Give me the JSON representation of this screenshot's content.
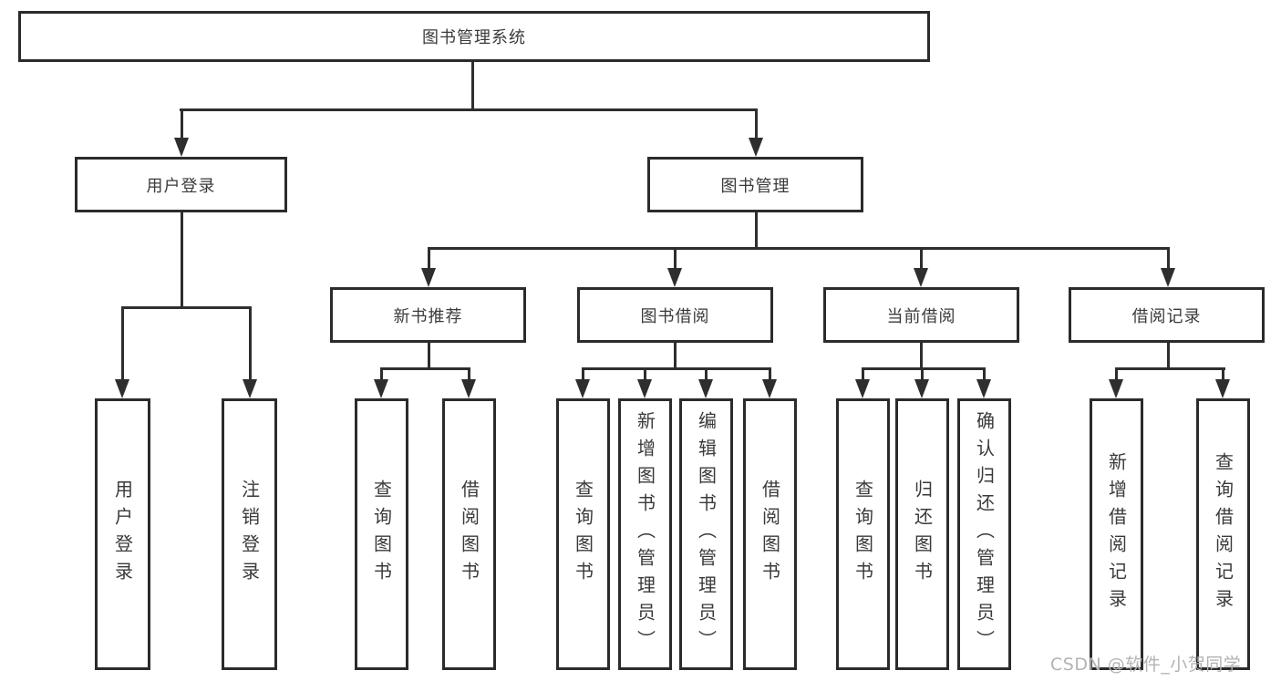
{
  "diagram": {
    "title": "图书管理系统",
    "level2": {
      "user_login": "用户登录",
      "book_management": "图书管理"
    },
    "level3": {
      "new_books": "新书推荐",
      "book_borrowing": "图书借阅",
      "current_borrowing": "当前借阅",
      "borrowing_records": "借阅记录"
    },
    "leaves": {
      "user_login": [
        "用户登录",
        "注销登录"
      ],
      "new_books": [
        "查询图书",
        "借阅图书"
      ],
      "book_borrowing": [
        "查询图书",
        "新增图书（管理员）",
        "编辑图书（管理员）",
        "借阅图书"
      ],
      "current_borrowing": [
        "查询图书",
        "归还图书",
        "确认归还（管理员）"
      ],
      "borrowing_records": [
        "新增借阅记录",
        "查询借阅记录"
      ]
    },
    "watermark": "CSDN @软件_小贺同学"
  },
  "colors": {
    "line": "#2e2e2e",
    "border": "#2b2b2b",
    "text": "#3a3a3a",
    "watermark": "#b3b3b3",
    "background": "#ffffff"
  }
}
